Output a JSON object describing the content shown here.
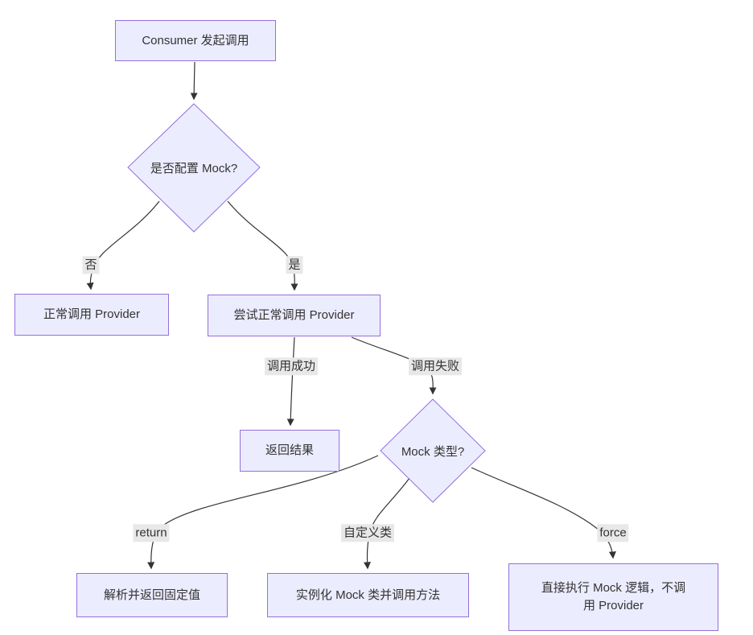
{
  "flowchart": {
    "type": "flowchart-top-down",
    "colors": {
      "node_fill": "#ECECFF",
      "node_border": "#9370DB",
      "edge_color": "#333333",
      "label_bg": "#e8e8e8",
      "text_color": "#333333",
      "background": "#ffffff"
    },
    "nodes": [
      {
        "id": "consumer",
        "shape": "rect",
        "label": "Consumer 发起调用"
      },
      {
        "id": "is-mock-configured",
        "shape": "diamond",
        "label": "是否配置 Mock?"
      },
      {
        "id": "normal-call-provider",
        "shape": "rect",
        "label": "正常调用 Provider"
      },
      {
        "id": "try-normal-call-provider",
        "shape": "rect",
        "label": "尝试正常调用 Provider"
      },
      {
        "id": "return-result",
        "shape": "rect",
        "label": "返回结果"
      },
      {
        "id": "mock-type",
        "shape": "diamond",
        "label": "Mock 类型?"
      },
      {
        "id": "parse-return-fixed-value",
        "shape": "rect",
        "label": "解析并返回固定值"
      },
      {
        "id": "instantiate-mock-class",
        "shape": "rect",
        "label": "实例化 Mock 类并调用方法"
      },
      {
        "id": "execute-mock-logic",
        "shape": "rect",
        "label": "直接执行 Mock 逻辑，不调用 Provider"
      }
    ],
    "edges": [
      {
        "from": "consumer",
        "to": "is-mock-configured",
        "label": ""
      },
      {
        "from": "is-mock-configured",
        "to": "normal-call-provider",
        "label": "否"
      },
      {
        "from": "is-mock-configured",
        "to": "try-normal-call-provider",
        "label": "是"
      },
      {
        "from": "try-normal-call-provider",
        "to": "return-result",
        "label": "调用成功"
      },
      {
        "from": "try-normal-call-provider",
        "to": "mock-type",
        "label": "调用失败"
      },
      {
        "from": "mock-type",
        "to": "parse-return-fixed-value",
        "label": "return"
      },
      {
        "from": "mock-type",
        "to": "instantiate-mock-class",
        "label": "自定义类"
      },
      {
        "from": "mock-type",
        "to": "execute-mock-logic",
        "label": "force"
      }
    ]
  }
}
